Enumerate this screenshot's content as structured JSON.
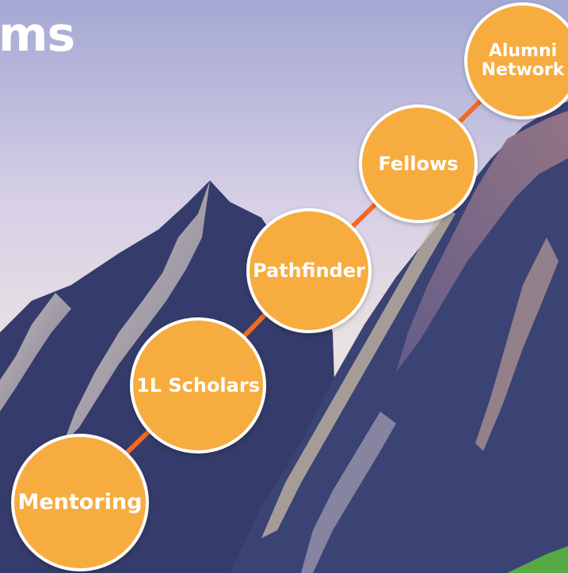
{
  "title_fragment": "ms",
  "colors": {
    "node_fill": "#f7ac3f",
    "node_border": "#ffffff",
    "connector": "#f26a23",
    "mountain": "#3b4374",
    "sky_top": "#a9acd3",
    "sky_bottom": "#f0ead0"
  },
  "steps": [
    {
      "label": "Mentoring"
    },
    {
      "label": "1L Scholars"
    },
    {
      "label": "Pathfinder"
    },
    {
      "label": "Fellows"
    },
    {
      "label": "Alumni Network",
      "line1": "Alumni",
      "line2": "Network"
    }
  ]
}
